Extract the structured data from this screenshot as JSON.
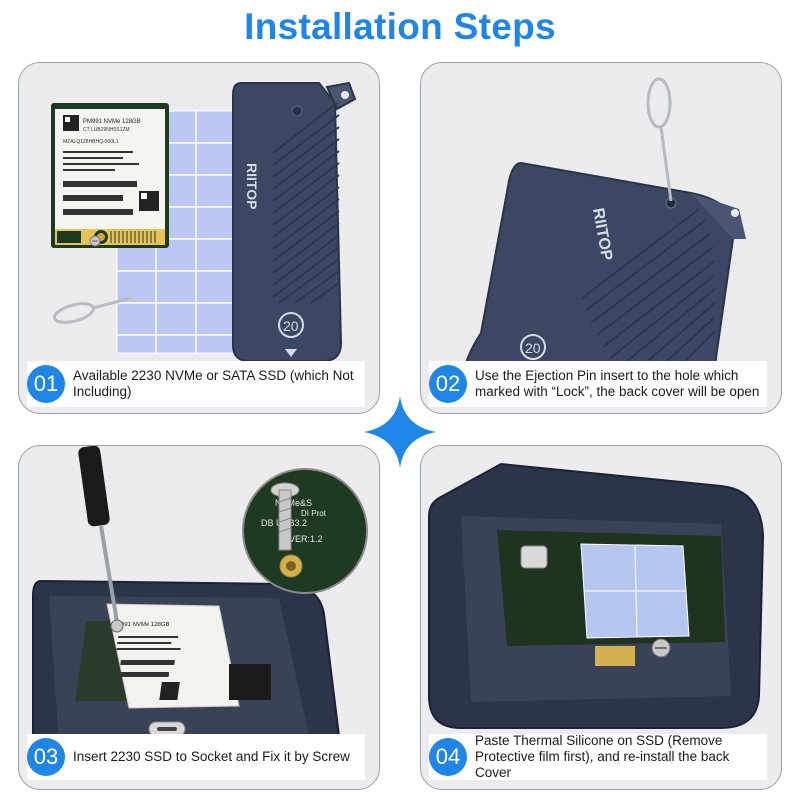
{
  "page": {
    "title": "Installation Steps"
  },
  "steps": [
    {
      "number": "01",
      "text": "Available 2230 NVMe or SATA SSD (which Not Including)"
    },
    {
      "number": "02",
      "text": "Use the Ejection Pin insert to the hole which marked with “Lock”, the back cover will be open"
    },
    {
      "number": "03",
      "text": "Insert 2230 SSD to Socket and Fix it by Screw"
    },
    {
      "number": "04",
      "text": "Paste Thermal Silicone on SSD (Remove Protective film first), and re-install the back Cover"
    }
  ],
  "product": {
    "brand": "RIITOP",
    "size_mark": "20"
  },
  "ssd_label": {
    "model": "PM991 NVMe 128GB",
    "line2": "CT LUB29NH0S1ZM",
    "line3": "MZALQ128HBHQ-000L1"
  },
  "board_text": {
    "line1": "NVMe&S",
    "line2": "DB  USB3.2",
    "line3": "VER:1.2",
    "line4": "DI Prot"
  },
  "colors": {
    "accent": "#1f86e8",
    "enclosure": "#3c4763",
    "thermal_pad": "#b7c6ee"
  },
  "icons": {
    "sparkle": "sparkle-icon",
    "arrow": "arrow-down-icon"
  }
}
